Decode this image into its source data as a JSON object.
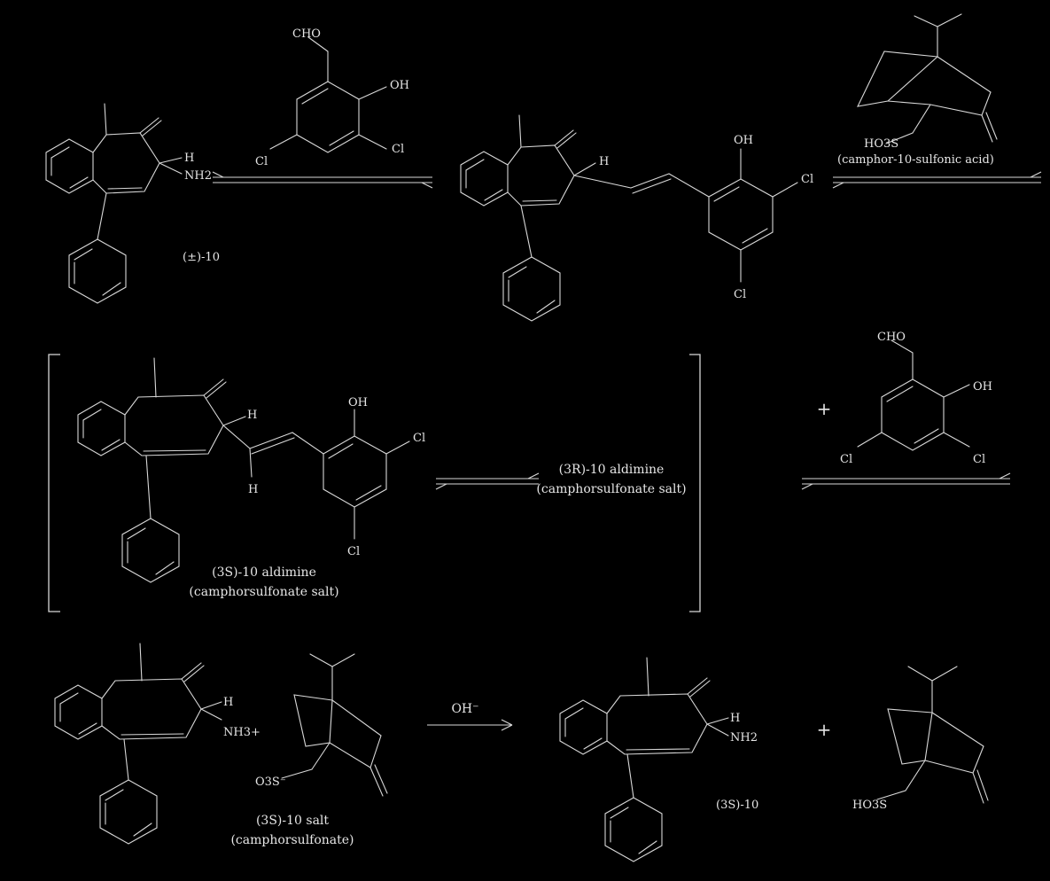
{
  "diagram": {
    "type": "reaction-scheme",
    "top_row": {
      "reactant_label": "(±)-10",
      "aldehyde_substituents": [
        "CHO",
        "OH",
        "Cl",
        "Cl"
      ],
      "imine_substituents": [
        "OH",
        "Cl",
        "Cl"
      ],
      "stereo_tags": [
        "H",
        "NH2",
        "H"
      ],
      "reagent": {
        "label": "(camphor-10-sulfonic acid)",
        "substituent": "HO3S"
      }
    },
    "middle_row": {
      "left_caption_line1": "(3S)-10 aldimine",
      "left_caption_line2": "(camphorsulfonate salt)",
      "center_caption_line1": "(3R)-10 aldimine",
      "center_caption_line2": "(camphorsulfonate salt)",
      "plus": "+",
      "aldehyde_substituents": [
        "CHO",
        "OH",
        "Cl",
        "Cl"
      ],
      "imine_substituents": [
        "OH",
        "Cl",
        "Cl",
        "H",
        "H"
      ]
    },
    "bottom_row": {
      "salt_caption_line1": "(3S)-10 salt",
      "salt_caption_line2": "(camphorsulfonate)",
      "base_reagent": "OH⁻",
      "product_label": "(3S)-10",
      "plus": "+",
      "salt_substituents": [
        "NH3+",
        "H",
        "O3S⁻"
      ],
      "product_substituents": [
        "H",
        "NH2"
      ],
      "byproduct_substituent": "HO3S"
    }
  }
}
